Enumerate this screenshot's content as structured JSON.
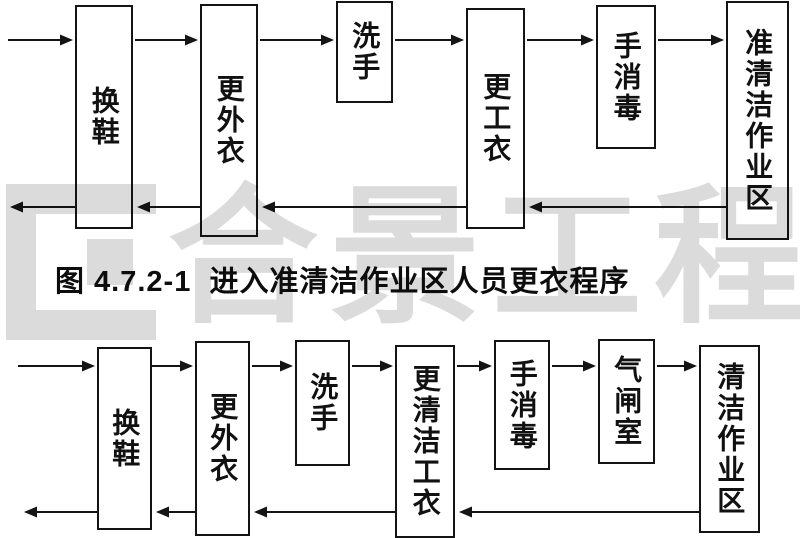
{
  "caption": {
    "text": "图 4.7.2-1  进入准清洁作业区人员更衣程序"
  },
  "watermark": {
    "text": "合景工程"
  },
  "colors": {
    "line": "#141414",
    "watermark": "#bdbdbd"
  },
  "flow1": {
    "steps": [
      "换鞋",
      "更外衣",
      "洗手",
      "更工衣",
      "手消毒",
      "准清洁作业区"
    ]
  },
  "flow2": {
    "steps": [
      "换鞋",
      "更外衣",
      "洗手",
      "更清洁工衣",
      "手消毒",
      "气闸室",
      "清洁作业区"
    ]
  }
}
